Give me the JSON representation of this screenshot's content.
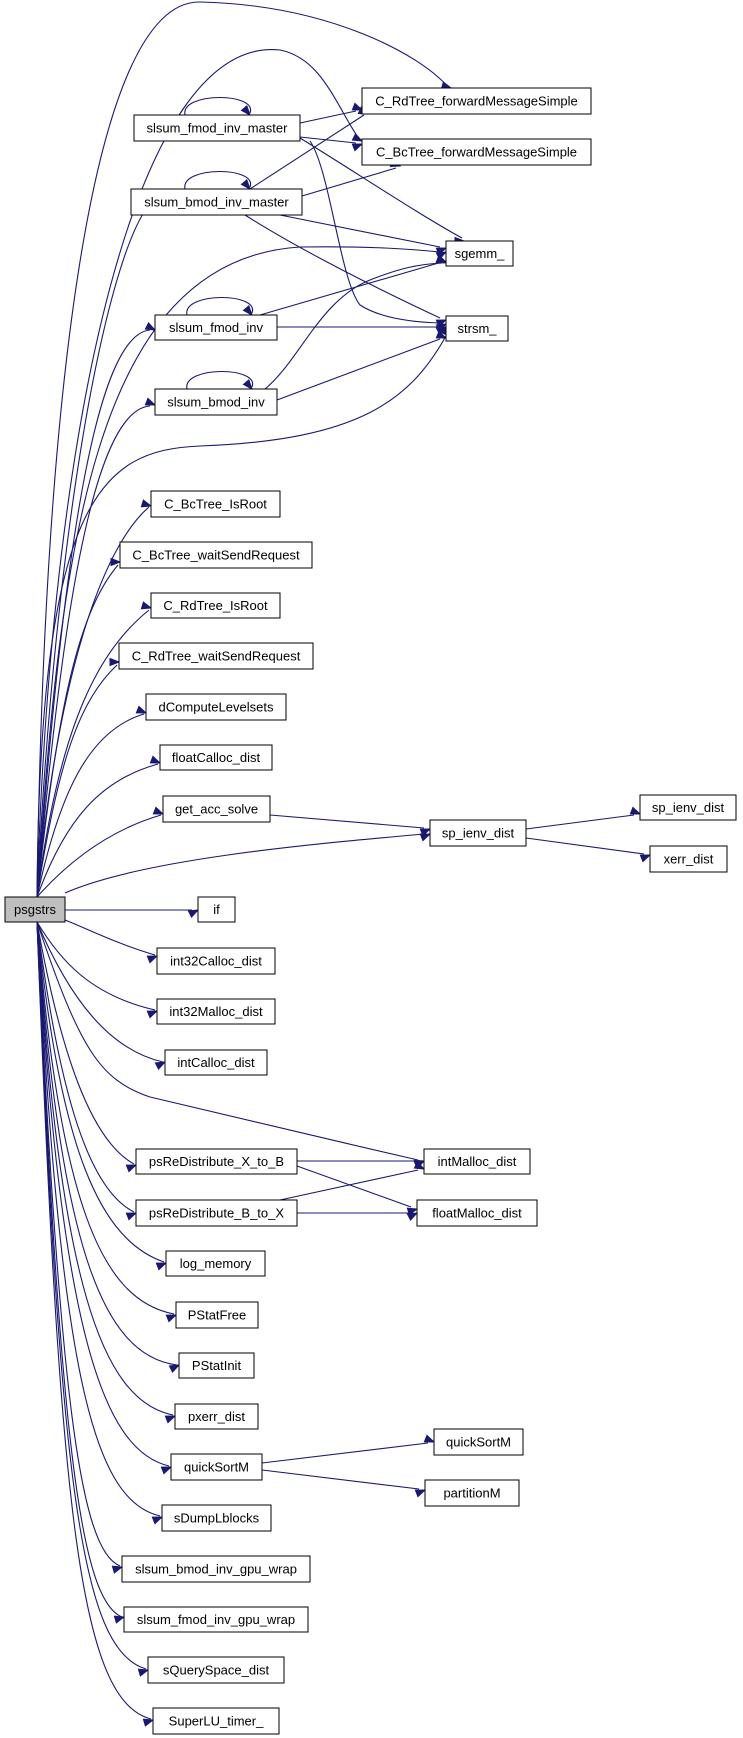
{
  "graph": {
    "title": "",
    "edge_color": "#191970",
    "root_fill": "#bfbfbf",
    "nodes": [
      {
        "id": "psgstrs",
        "label": "psgstrs"
      },
      {
        "id": "fmod_master",
        "label": "slsum_fmod_inv_master"
      },
      {
        "id": "bmod_master",
        "label": "slsum_bmod_inv_master"
      },
      {
        "id": "fmod_inv",
        "label": "slsum_fmod_inv"
      },
      {
        "id": "bmod_inv",
        "label": "slsum_bmod_inv"
      },
      {
        "id": "rd_fwd",
        "label": "C_RdTree_forwardMessageSimple"
      },
      {
        "id": "bc_fwd",
        "label": "C_BcTree_forwardMessageSimple"
      },
      {
        "id": "sgemm",
        "label": "sgemm_"
      },
      {
        "id": "strsm",
        "label": "strsm_"
      },
      {
        "id": "bc_isroot",
        "label": "C_BcTree_IsRoot"
      },
      {
        "id": "bc_wait",
        "label": "C_BcTree_waitSendRequest"
      },
      {
        "id": "rd_isroot",
        "label": "C_RdTree_IsRoot"
      },
      {
        "id": "rd_wait",
        "label": "C_RdTree_waitSendRequest"
      },
      {
        "id": "dcompute",
        "label": "dComputeLevelsets"
      },
      {
        "id": "floatcalloc",
        "label": "floatCalloc_dist"
      },
      {
        "id": "getacc",
        "label": "get_acc_solve"
      },
      {
        "id": "spienv",
        "label": "sp_ienv_dist"
      },
      {
        "id": "spienv2",
        "label": "sp_ienv_dist"
      },
      {
        "id": "xerr",
        "label": "xerr_dist"
      },
      {
        "id": "if",
        "label": "if"
      },
      {
        "id": "int32calloc",
        "label": "int32Calloc_dist"
      },
      {
        "id": "int32malloc",
        "label": "int32Malloc_dist"
      },
      {
        "id": "intcalloc",
        "label": "intCalloc_dist"
      },
      {
        "id": "redist_xb",
        "label": "psReDistribute_X_to_B"
      },
      {
        "id": "redist_bx",
        "label": "psReDistribute_B_to_X"
      },
      {
        "id": "intmalloc",
        "label": "intMalloc_dist"
      },
      {
        "id": "floatmalloc",
        "label": "floatMalloc_dist"
      },
      {
        "id": "logmem",
        "label": "log_memory"
      },
      {
        "id": "pstatfree",
        "label": "PStatFree"
      },
      {
        "id": "pstatinit",
        "label": "PStatInit"
      },
      {
        "id": "pxerr",
        "label": "pxerr_dist"
      },
      {
        "id": "qs_main",
        "label": "quickSortM"
      },
      {
        "id": "qs_self",
        "label": "quickSortM"
      },
      {
        "id": "partition",
        "label": "partitionM"
      },
      {
        "id": "sdump",
        "label": "sDumpLblocks"
      },
      {
        "id": "bmod_gpu",
        "label": "slsum_bmod_inv_gpu_wrap"
      },
      {
        "id": "fmod_gpu",
        "label": "slsum_fmod_inv_gpu_wrap"
      },
      {
        "id": "squery",
        "label": "sQuerySpace_dist"
      },
      {
        "id": "timer",
        "label": "SuperLU_timer_"
      }
    ]
  }
}
